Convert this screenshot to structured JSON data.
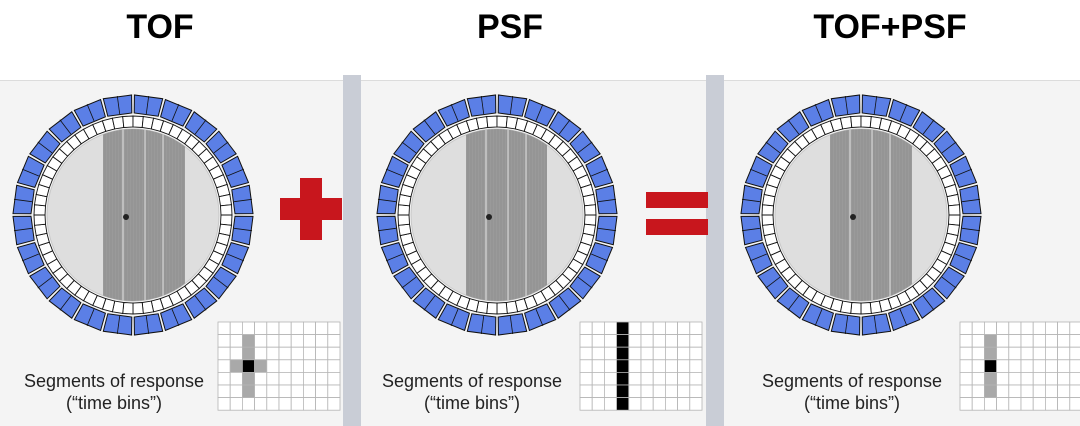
{
  "titles": {
    "tof": "TOF",
    "psf": "PSF",
    "combined": "TOF+PSF"
  },
  "operators": {
    "plus": "+",
    "equals": "="
  },
  "panels": [
    {
      "key": "tof",
      "seg_line1": "Segments of response",
      "seg_line2": "(“time bins”)"
    },
    {
      "key": "psf",
      "seg_line1": "Segments of response",
      "seg_line2": "(“time bins”)"
    },
    {
      "key": "combined",
      "seg_line1": "Segments of response",
      "seg_line2": "(“time bins”)"
    }
  ],
  "colors": {
    "detector_outer": "#5b7fe6",
    "detector_inner": "#ffffff",
    "bore": "#dedede",
    "fov_strip": "#9a9a9a",
    "operator": "#c8161d",
    "separator": "#c9cdd6",
    "bin_dark": "#000000",
    "bin_gray": "#a9a9a9"
  },
  "bins": {
    "rows": 7,
    "cols": 10,
    "tof": {
      "dark": [
        [
          3,
          2
        ]
      ],
      "gray": [
        [
          2,
          2
        ],
        [
          4,
          2
        ],
        [
          3,
          1
        ],
        [
          3,
          3
        ],
        [
          5,
          2
        ],
        [
          1,
          2
        ]
      ]
    },
    "psf": {
      "dark": [
        [
          0,
          3
        ],
        [
          1,
          3
        ],
        [
          2,
          3
        ],
        [
          3,
          3
        ],
        [
          4,
          3
        ],
        [
          5,
          3
        ],
        [
          6,
          3
        ]
      ],
      "gray": []
    },
    "combined": {
      "dark": [
        [
          3,
          2
        ]
      ],
      "gray": [
        [
          1,
          2
        ],
        [
          2,
          2
        ],
        [
          4,
          2
        ],
        [
          5,
          2
        ]
      ]
    }
  }
}
